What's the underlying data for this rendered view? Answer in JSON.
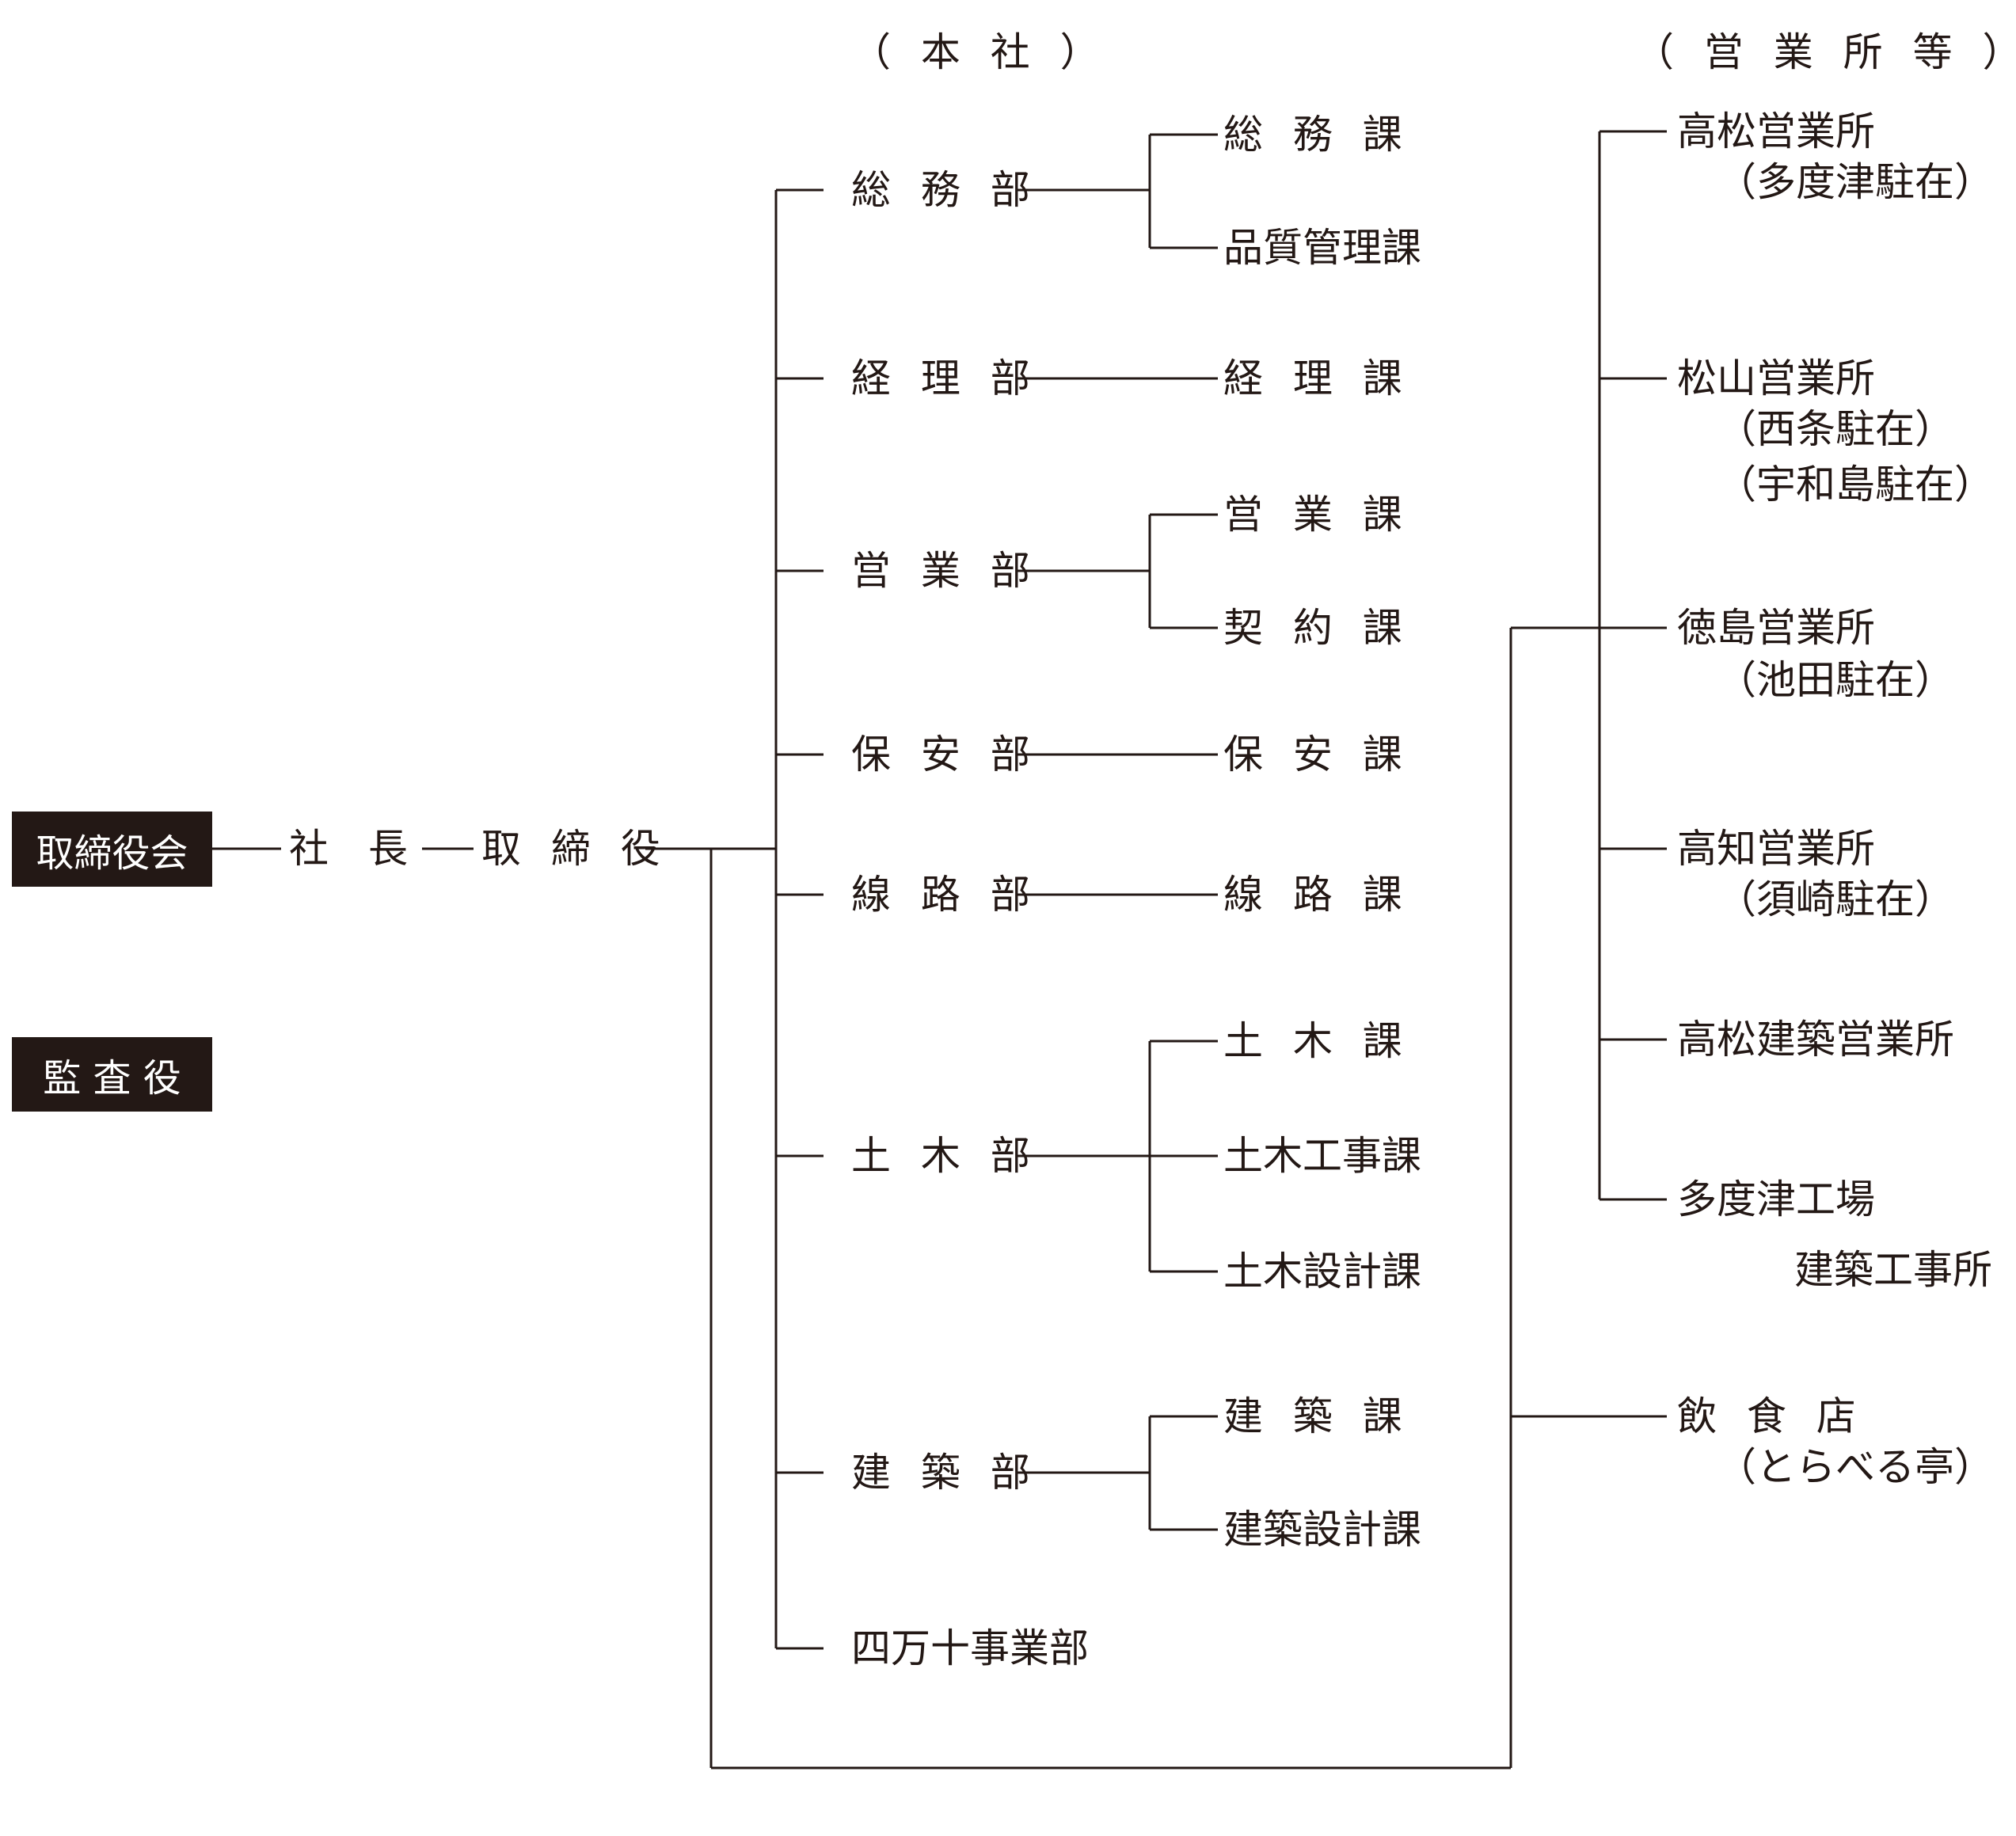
{
  "headings": {
    "honsha": "（ 本 社 ）",
    "eigyosho": "（ 営 業 所 等 ）"
  },
  "top": {
    "board": "取締役会",
    "auditor": "監 査 役",
    "president": "社　長",
    "director": "取 締 役"
  },
  "departments": {
    "soumu": "総 務 部",
    "keiri": "経 理 部",
    "eigyo": "営 業 部",
    "hoan": "保 安 部",
    "senro": "線 路 部",
    "doboku": "土 木 部",
    "kenchiku": "建 築 部",
    "shimanto": "四万十事業部"
  },
  "sections": {
    "soumu_ka": "総 務 課",
    "hinshitsu_ka": "品質管理課",
    "keiri_ka": "経 理 課",
    "eigyo_ka": "営 業 課",
    "keiyaku_ka": "契 約 課",
    "hoan_ka": "保 安 課",
    "senro_ka": "線 路 課",
    "doboku_ka": "土 木 課",
    "doboku_koji_ka": "土木工事課",
    "doboku_sekkei_ka": "土木設計課",
    "kenchiku_ka": "建 築 課",
    "kenchiku_sekkei_ka": "建築設計課"
  },
  "offices": {
    "takamatsu": {
      "name": "高松営業所",
      "sub": [
        "（多度津駐在）"
      ]
    },
    "matsuyama": {
      "name": "松山営業所",
      "sub": [
        "（西条駐在）",
        "（宇和島駐在）"
      ]
    },
    "tokushima": {
      "name": "徳島営業所",
      "sub": [
        "（池田駐在）"
      ]
    },
    "kochi": {
      "name": "高知営業所",
      "sub": [
        "（須崎駐在）"
      ]
    },
    "takamatsu_kenchiku": {
      "name": "高松建築営業所"
    },
    "tadotsu": {
      "name": "多度津工場",
      "sub": [
        "建築工事所"
      ]
    },
    "restaurant": {
      "name": "飲 食 店",
      "sub": [
        "（とらべる亭）"
      ]
    }
  }
}
